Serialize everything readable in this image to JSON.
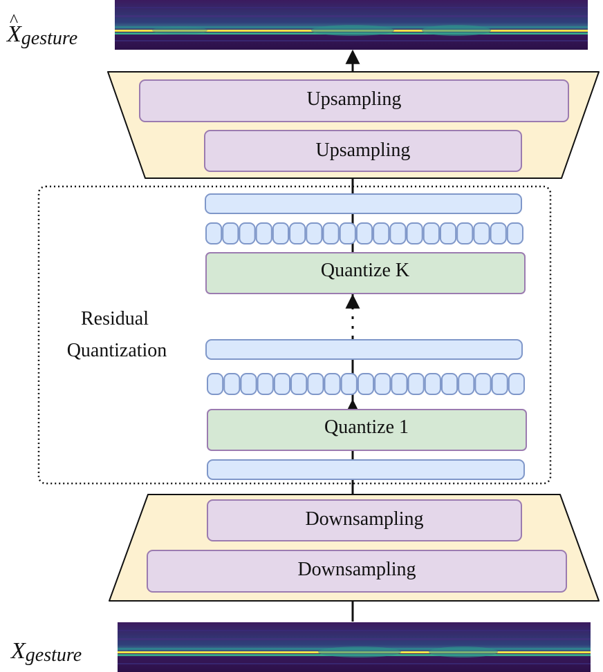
{
  "labels": {
    "x_hat_gesture": "X̂gesture",
    "x_gesture": "Xgesture",
    "upsampling_top": "Upsampling",
    "upsampling_bottom": "Upsampling",
    "residual_line1": "Residual",
    "residual_line2": "Quantization",
    "quantize_k": "Quantize K",
    "quantize_1": "Quantize 1",
    "downsampling_top": "Downsampling",
    "downsampling_bottom": "Downsampling"
  },
  "colors": {
    "trapezoid_fill": "#fdf1d0",
    "module_fill": "#e4d7ea",
    "module_stroke": "#9b7bb0",
    "quant_fill": "#d5e8d4",
    "quant_stroke": "#9b7bb0",
    "vector_fill": "#dae8fc",
    "vector_stroke": "#7f97c9",
    "spectrogram_bg": "#3a1b5c"
  },
  "codebook_cells": 19
}
